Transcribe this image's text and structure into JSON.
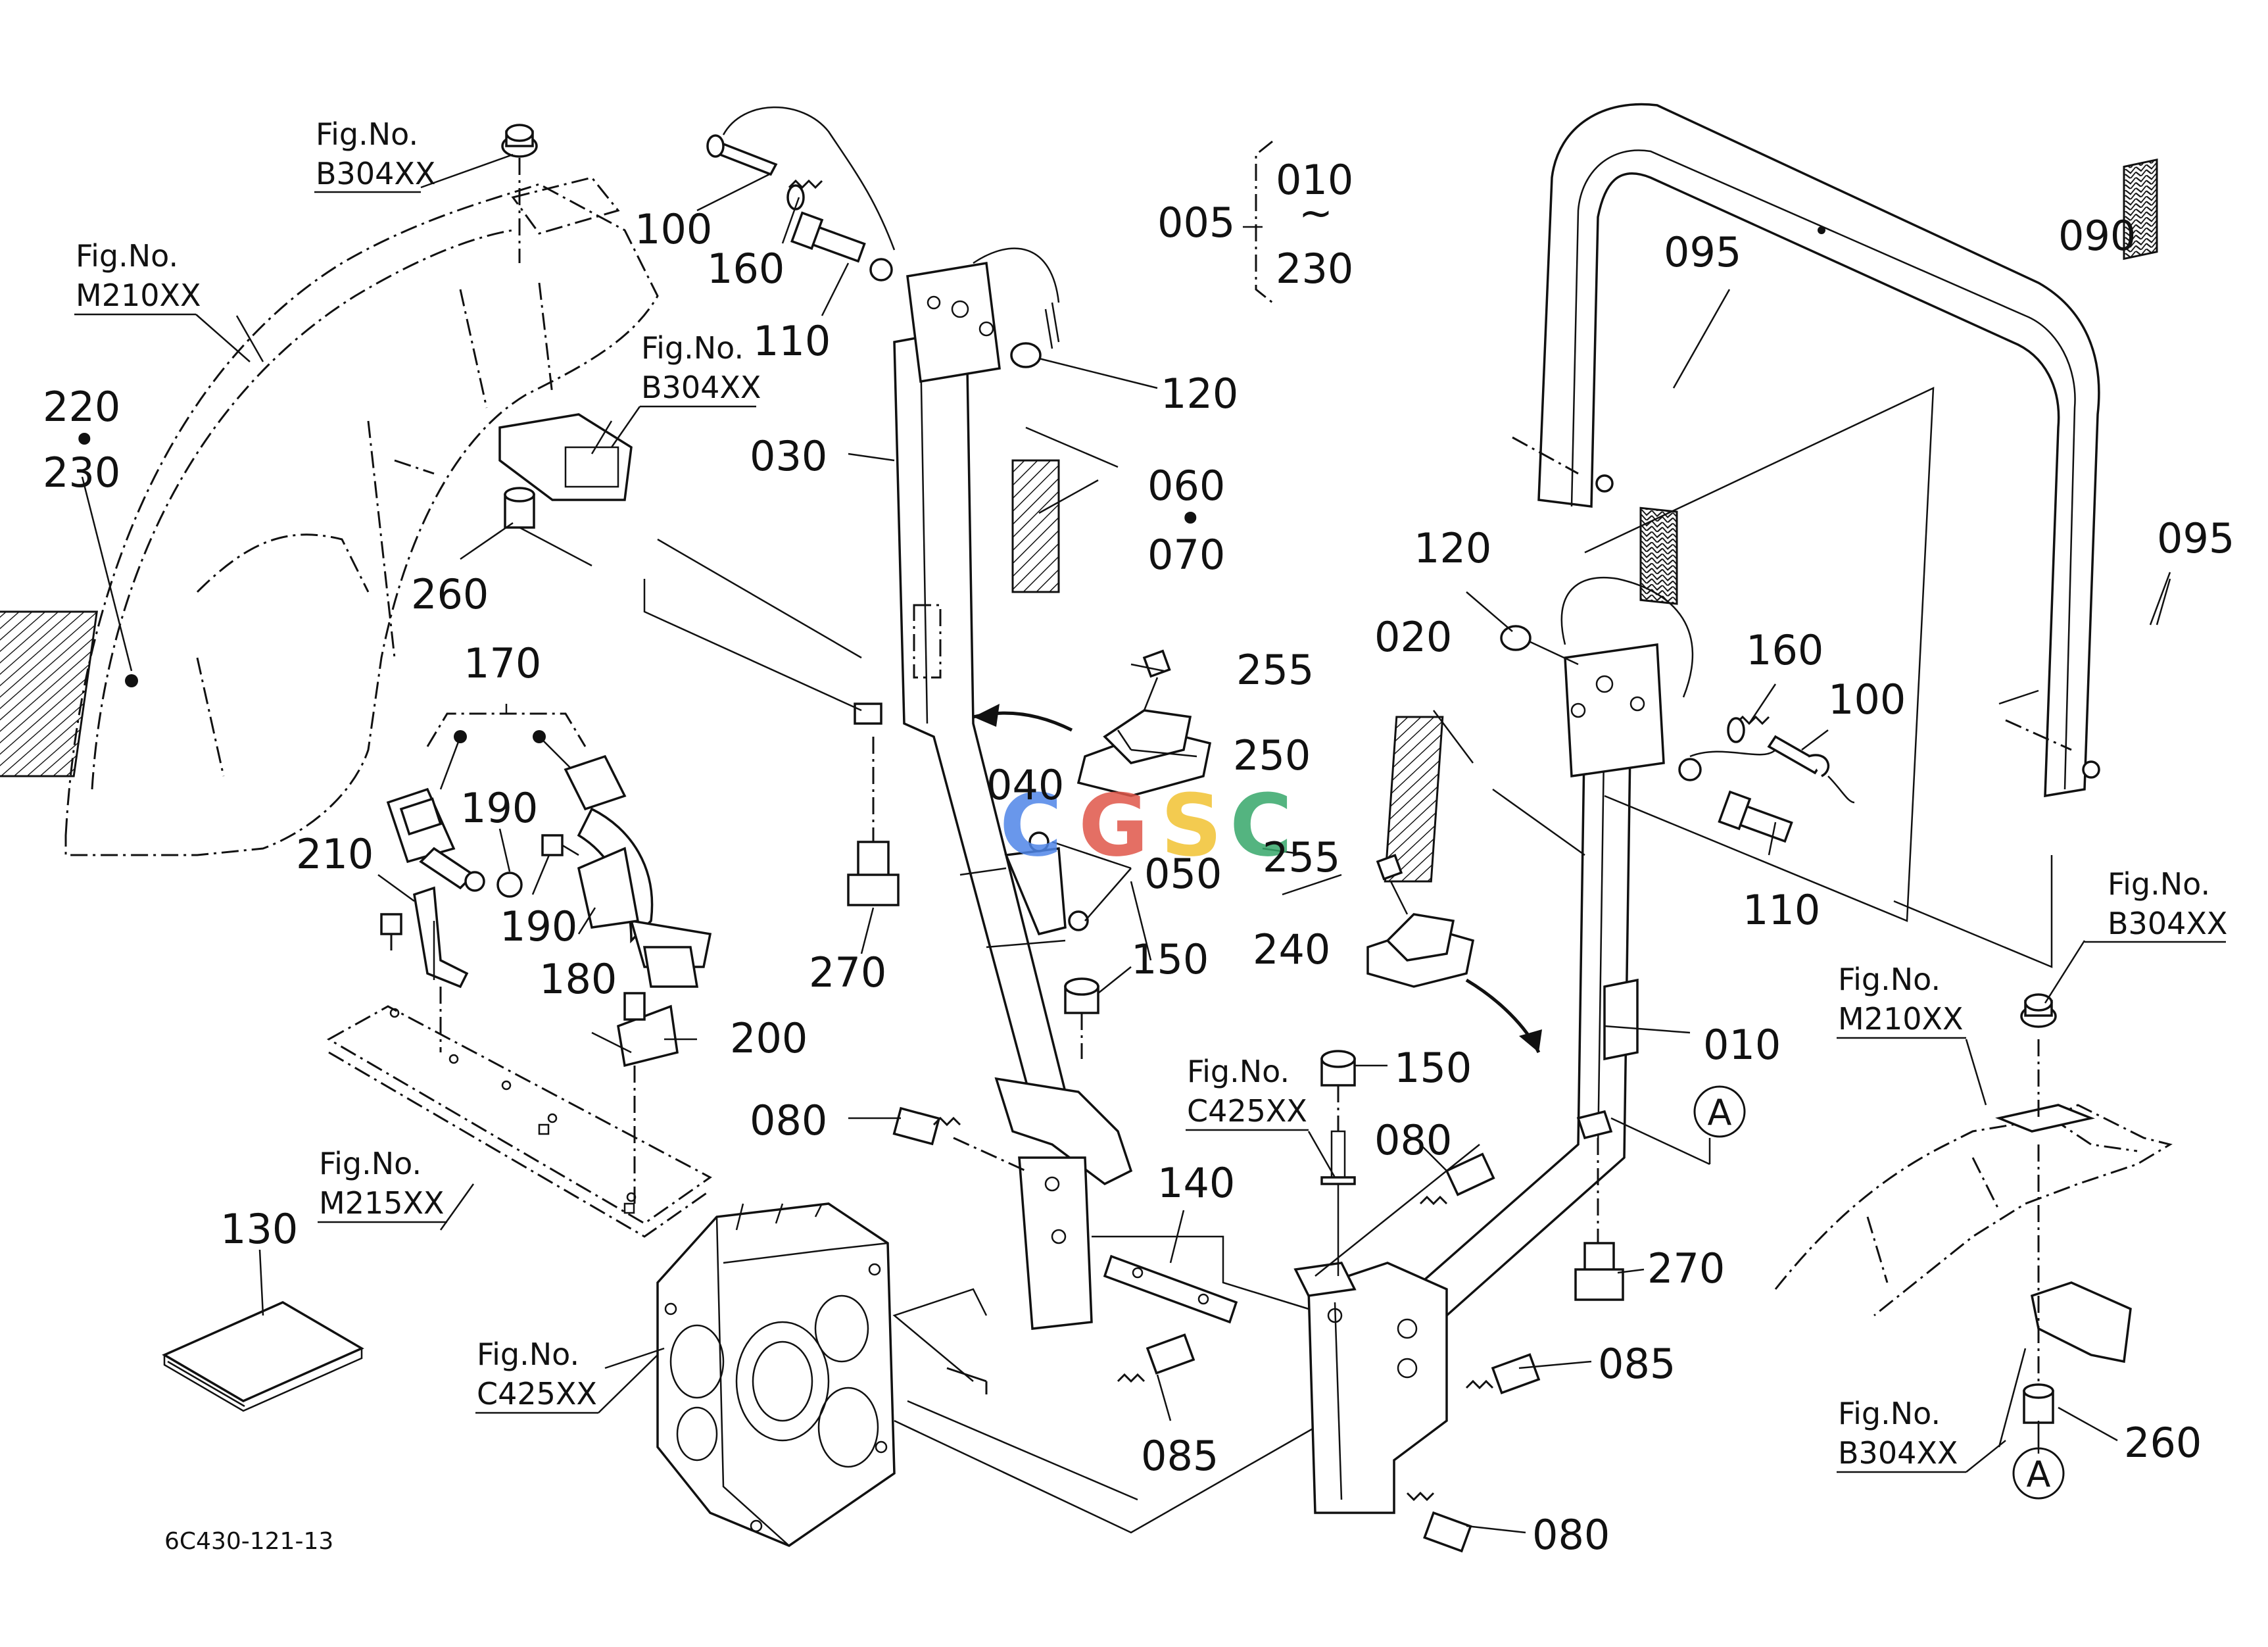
{
  "labels": {
    "l005": "005",
    "l010a": "010",
    "ltilde": "~",
    "l230a": "230",
    "l010": "010",
    "l020": "020",
    "l030": "030",
    "l040": "040",
    "l050": "050",
    "l060": "060",
    "ldot1": "•",
    "l070": "070",
    "l080a": "080",
    "l080b": "080",
    "l080c": "080",
    "l085a": "085",
    "l085b": "085",
    "l090": "090",
    "l095a": "095",
    "l095b": "095",
    "l100a": "100",
    "l100b": "100",
    "l110a": "110",
    "l110b": "110",
    "l120a": "120",
    "l120b": "120",
    "l130": "130",
    "l140": "140",
    "l150a": "150",
    "l150b": "150",
    "l160a": "160",
    "l160b": "160",
    "l170": "170",
    "l180": "180",
    "l190a": "190",
    "l190b": "190",
    "l200": "200",
    "l210": "210",
    "l220": "220",
    "ldot2": "•",
    "l230": "230",
    "l240": "240",
    "l250": "250",
    "l255a": "255",
    "l255b": "255",
    "l260a": "260",
    "l260b": "260",
    "l270a": "270",
    "l270b": "270"
  },
  "figrefs": {
    "f1": [
      "Fig.No.",
      "B304XX"
    ],
    "f2": [
      "Fig.No.",
      "M210XX"
    ],
    "f3": [
      "Fig.No.",
      "B304XX"
    ],
    "f4": [
      "Fig.No.",
      "M215XX"
    ],
    "f5": [
      "Fig.No.",
      "C425XX"
    ],
    "f6": [
      "Fig.No.",
      "C425XX"
    ],
    "f7": [
      "Fig.No.",
      "B304XX"
    ],
    "f8": [
      "Fig.No.",
      "M210XX"
    ],
    "f9": [
      "Fig.No.",
      "B304XX"
    ]
  },
  "callout": "A",
  "drawing_number": "6C430-121-13",
  "watermark": {
    "letters": [
      "C",
      "G",
      "S",
      "C"
    ],
    "colors": [
      "#4f86e8",
      "#e0574a",
      "#f2c232",
      "#37a86b"
    ]
  }
}
